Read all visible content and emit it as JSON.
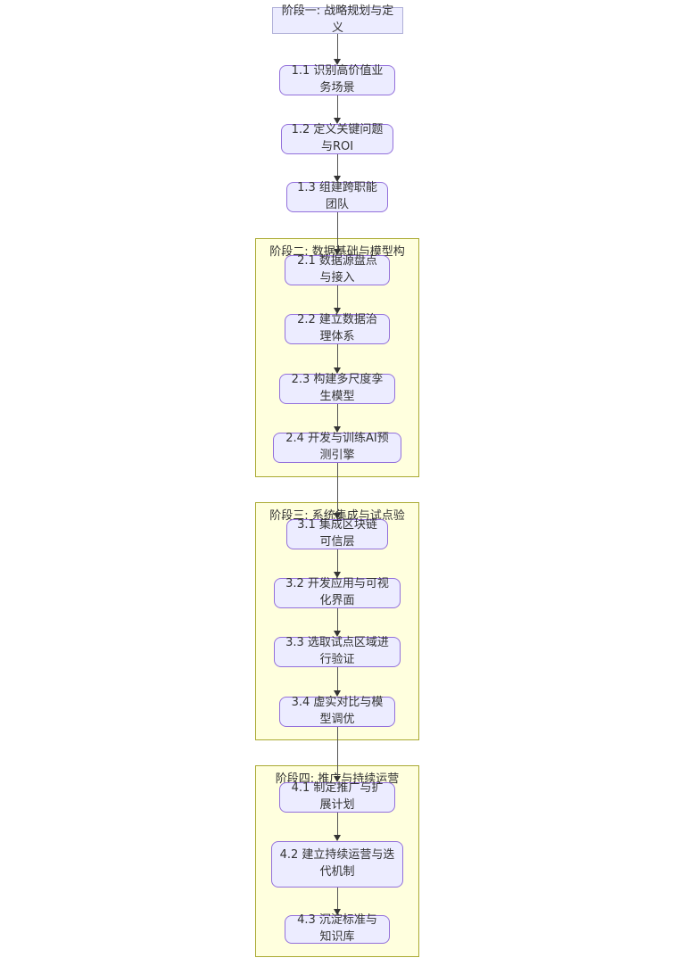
{
  "diagram": {
    "type": "flowchart",
    "direction": "top-down",
    "colors": {
      "node_fill": "#ECECFF",
      "node_border": "#9370DB",
      "container_fill": "#FFFFDE",
      "container_border": "#AAAA33",
      "arrow": "#333333",
      "text": "#333333",
      "background": "#FFFFFF"
    },
    "phase1": {
      "title": "阶段一: 战略规划与定义",
      "nodes": [
        {
          "label": "1.1 识别高价值业务场景"
        },
        {
          "label": "1.2 定义关键问题与ROI"
        },
        {
          "label": "1.3 组建跨职能团队"
        }
      ]
    },
    "phase2": {
      "title": "阶段二: 数据基础与模型构",
      "nodes": [
        {
          "label": "2.1 数据源盘点与接入"
        },
        {
          "label": "2.2 建立数据治理体系"
        },
        {
          "label": "2.3 构建多尺度孪生模型"
        },
        {
          "label": "2.4 开发与训练AI预测引擎"
        }
      ]
    },
    "phase3": {
      "title": "阶段三: 系统集成与试点验",
      "nodes": [
        {
          "label": "3.1 集成区块链可信层"
        },
        {
          "label": "3.2 开发应用与可视化界面"
        },
        {
          "label": "3.3 选取试点区域进行验证"
        },
        {
          "label": "3.4 虚实对比与模型调优"
        }
      ]
    },
    "phase4": {
      "title": "阶段四: 推广与持续运营",
      "nodes": [
        {
          "label": "4.1 制定推广与扩展计划"
        },
        {
          "label": "4.2 建立持续运营与迭代机制"
        },
        {
          "label": "4.3 沉淀标准与知识库"
        }
      ]
    }
  }
}
